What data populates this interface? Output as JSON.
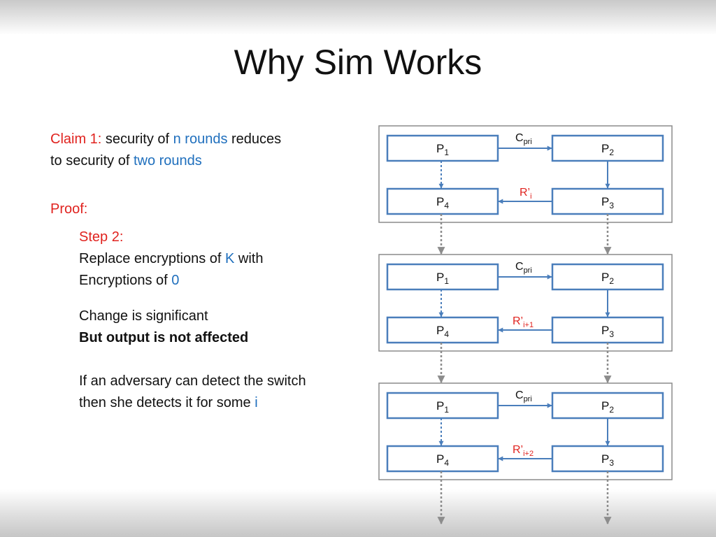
{
  "slide": {
    "title": "Why Sim Works"
  },
  "claim": {
    "label": "Claim 1:",
    "text1": " security of ",
    "n_rounds": "n rounds",
    "text2": " reduces",
    "line2_text": "to security of ",
    "two_rounds": "two rounds"
  },
  "proof": {
    "label": "Proof:",
    "step_label": "Step 2:",
    "replace_text": "Replace encryptions of ",
    "k": "K",
    "with_text": " with",
    "encryptions_of": "Encryptions of ",
    "zero": "0",
    "change": "Change is significant",
    "but_output": "But output is not affected",
    "adversary_line1": "If an adversary can detect the switch",
    "adversary_line2": "then she detects it for some ",
    "i": "i"
  },
  "diagram": {
    "party_base": "P",
    "subscripts": {
      "p1": "1",
      "p2": "2",
      "p3": "3",
      "p4": "4"
    },
    "c_base": "C",
    "c_sub": "pri",
    "r_base": "R’",
    "rounds": [
      {
        "r_sub": "i"
      },
      {
        "r_sub": "i+1"
      },
      {
        "r_sub": "i+2"
      }
    ]
  },
  "colors": {
    "title_text": "#111111",
    "accent_red": "#e0231f",
    "accent_blue": "#1f6fbd",
    "box_border": "#4a7ebb",
    "frame_border": "#8c8c8c",
    "dotted_arrow": "#8c8c8c"
  }
}
